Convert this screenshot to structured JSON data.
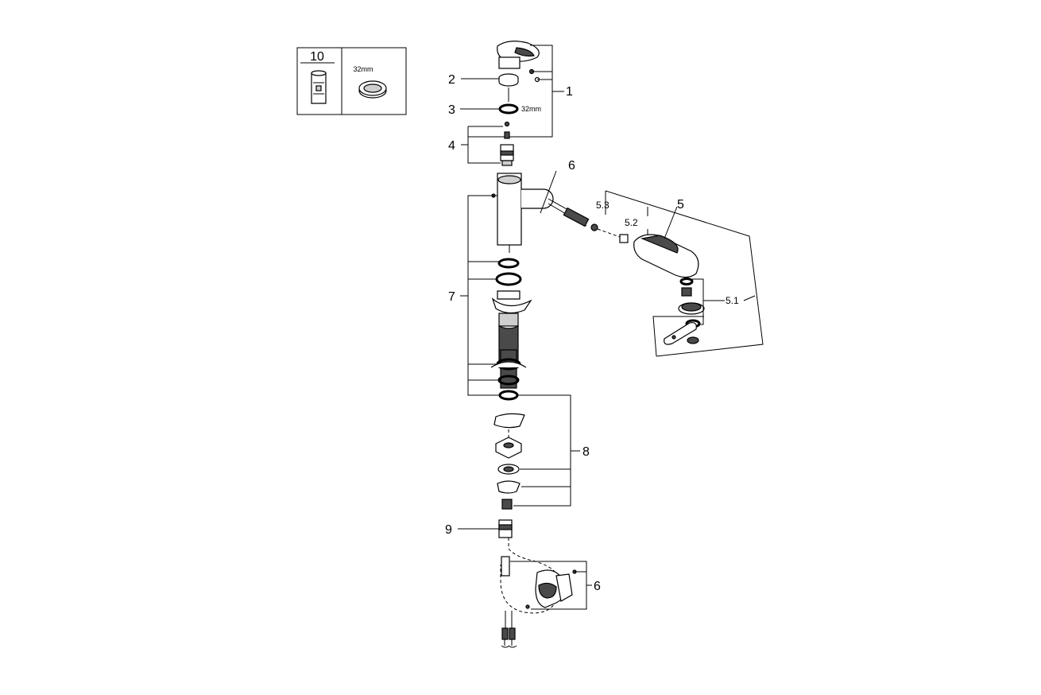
{
  "inset": {
    "label_10": "10",
    "size_note": "32mm"
  },
  "callouts": {
    "c1": "1",
    "c2": "2",
    "c3": "3",
    "c3_size": "32mm",
    "c4": "4",
    "c5": "5",
    "c5_1": "5.1",
    "c5_2": "5.2",
    "c5_3": "5.3",
    "c6_top": "6",
    "c6_bottom": "6",
    "c7": "7",
    "c8": "8",
    "c9": "9"
  }
}
